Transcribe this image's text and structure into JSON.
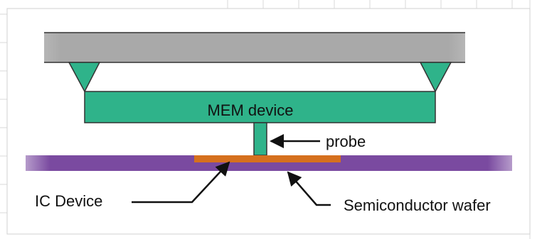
{
  "labels": {
    "mem_device": "MEM device",
    "probe": "probe",
    "ic_device": "IC Device",
    "semiconductor_wafer": "Semiconductor wafer"
  },
  "colors": {
    "mem_green": "#2fb38a",
    "support_gray": "#a9a9a9",
    "wafer_purple": "#7a4aa0",
    "ic_orange": "#d5701e",
    "text": "#111111",
    "grid_line": "#d9d9d9"
  }
}
